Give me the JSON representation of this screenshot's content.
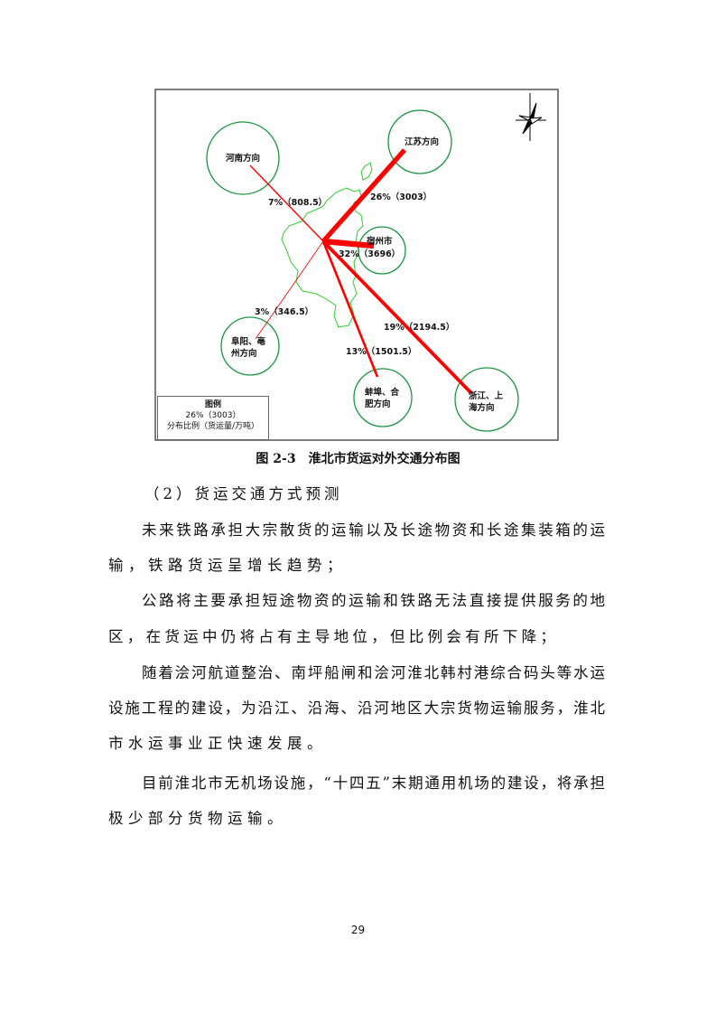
{
  "figure": {
    "nodes": [
      {
        "id": "henan",
        "label": "河南方向",
        "percent_label": "7%（808.5）",
        "percent": 7,
        "volume": 808.5
      },
      {
        "id": "jiangsu",
        "label": "江苏方向",
        "percent_label": "26%（3003）",
        "percent": 26,
        "volume": 3003
      },
      {
        "id": "suzhou",
        "label": "宿州市",
        "percent_label": "32%（3696）",
        "percent": 32,
        "volume": 3696
      },
      {
        "id": "fuyang",
        "label_lines": [
          "阜阳、亳",
          "州方向"
        ],
        "percent_label": "3%（346.5）",
        "percent": 3,
        "volume": 346.5
      },
      {
        "id": "bengbu",
        "label_lines": [
          "蚌埠、合",
          "肥方向"
        ],
        "percent_label": "13%（1501.5）",
        "percent": 13,
        "volume": 1501.5
      },
      {
        "id": "zhejiang",
        "label_lines": [
          "浙江、上",
          "海方向"
        ],
        "percent_label": "19%（2194.5）",
        "percent": 19,
        "volume": 2194.5
      }
    ],
    "legend": {
      "title": "图例",
      "sample": "26%（3003）",
      "description": "分布比例（货运量/万吨）"
    },
    "colors": {
      "flow": "#ff0000",
      "circle": "#1a9641",
      "boundary": "#33cc33"
    }
  },
  "caption": "图 2-3　淮北市货运对外交通分布图",
  "subheading": "（2）货运交通方式预测",
  "lines": [
    "未来铁路承担大宗散货的运输以及长途物资和长途集装箱的运",
    "输，铁路货运呈增长趋势；",
    "公路将主要承担短途物资的运输和铁路无法直接提供服务的地",
    "区，在货运中仍将占有主导地位，但比例会有所下降；",
    "随着浍河航道整治、南坪船闸和浍河淮北韩村港综合码头等水运",
    "设施工程的建设，为沿江、沿海、沿河地区大宗货物运输服务，淮北",
    "市水运事业正快速发展。",
    "目前淮北市无机场设施，“十四五”末期通用机场的建设，将承担",
    "极少部分货物运输。"
  ],
  "page_number": "29"
}
